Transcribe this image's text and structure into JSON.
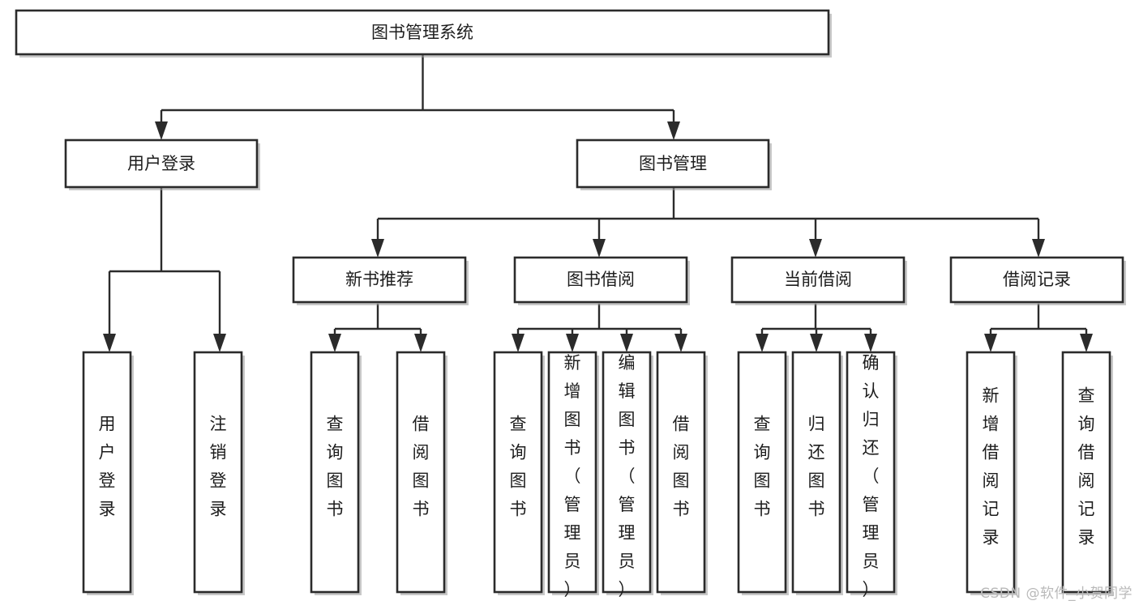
{
  "diagram": {
    "title": "图书管理系统",
    "type": "tree",
    "watermark": "CSDN @软件_小贺同学",
    "root": {
      "id": "root",
      "label": "图书管理系统"
    },
    "level2": [
      {
        "id": "user-login",
        "label": "用户登录"
      },
      {
        "id": "book-manage",
        "label": "图书管理"
      }
    ],
    "level3": [
      {
        "id": "new-book-rec",
        "label": "新书推荐",
        "parent": "book-manage"
      },
      {
        "id": "book-borrow",
        "label": "图书借阅",
        "parent": "book-manage"
      },
      {
        "id": "current-borrow",
        "label": "当前借阅",
        "parent": "book-manage"
      },
      {
        "id": "borrow-record",
        "label": "借阅记录",
        "parent": "book-manage"
      }
    ],
    "leaves": [
      {
        "id": "leaf-user-login",
        "label": "用户登录",
        "parent": "user-login"
      },
      {
        "id": "leaf-user-logout",
        "label": "注销登录",
        "parent": "user-login"
      },
      {
        "id": "leaf-query-book-1",
        "label": "查询图书",
        "parent": "new-book-rec"
      },
      {
        "id": "leaf-borrow-book-1",
        "label": "借阅图书",
        "parent": "new-book-rec"
      },
      {
        "id": "leaf-query-book-2",
        "label": "查询图书",
        "parent": "book-borrow"
      },
      {
        "id": "leaf-add-book",
        "label": "新增图书（管理员）",
        "parent": "book-borrow"
      },
      {
        "id": "leaf-edit-book",
        "label": "编辑图书（管理员）",
        "parent": "book-borrow"
      },
      {
        "id": "leaf-borrow-book-2",
        "label": "借阅图书",
        "parent": "book-borrow"
      },
      {
        "id": "leaf-query-book-3",
        "label": "查询图书",
        "parent": "current-borrow"
      },
      {
        "id": "leaf-return-book",
        "label": "归还图书",
        "parent": "current-borrow"
      },
      {
        "id": "leaf-confirm-return",
        "label": "确认归还（管理员）",
        "parent": "current-borrow"
      },
      {
        "id": "leaf-add-record",
        "label": "新增借阅记录",
        "parent": "borrow-record"
      },
      {
        "id": "leaf-query-record",
        "label": "查询借阅记录",
        "parent": "borrow-record"
      }
    ],
    "colors": {
      "stroke": "#2b2b2b",
      "fill": "#ffffff",
      "text": "#1d1d1d",
      "watermark": "#b9b9b9",
      "background": "#ffffff"
    }
  }
}
